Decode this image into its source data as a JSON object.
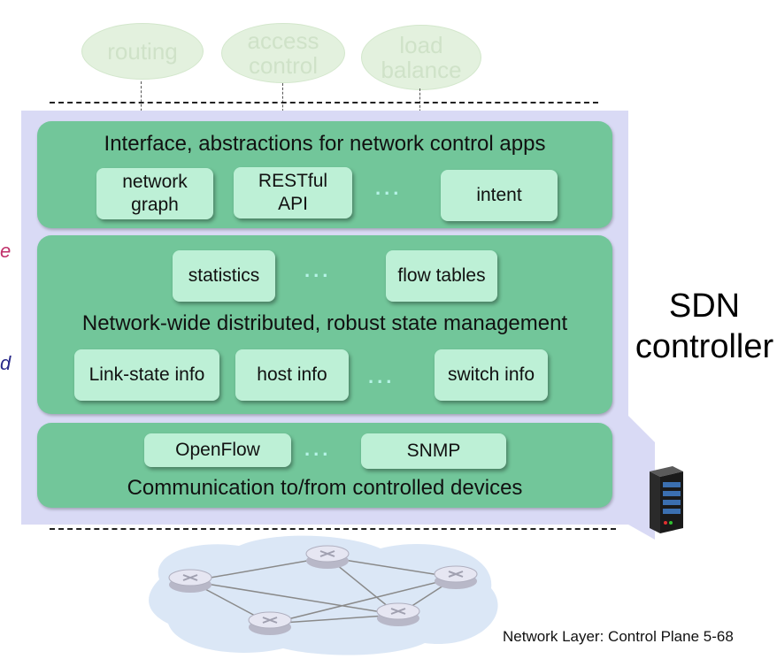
{
  "apps": [
    {
      "label": "routing"
    },
    {
      "label": "access\ncontrol"
    },
    {
      "label": "load\nbalance"
    }
  ],
  "interface_layer": {
    "title": "Interface, abstractions for network control apps",
    "items": [
      "network\ngraph",
      "RESTful\nAPI",
      "intent"
    ],
    "ellipsis": "..."
  },
  "state_layer": {
    "title": "Network-wide distributed, robust  state management",
    "top_items": [
      "statistics",
      "flow tables"
    ],
    "bottom_items": [
      "Link-state info",
      "host info",
      "switch info"
    ],
    "ellipsis": "..."
  },
  "comm_layer": {
    "title": "Communication to/from controlled devices",
    "items": [
      "OpenFlow",
      "SNMP"
    ],
    "ellipsis": "..."
  },
  "controller_label": "SDN\ncontroller",
  "left_cut_text": [
    "e",
    "d"
  ],
  "footer": "Network Layer: Control Plane  5-68",
  "colors": {
    "layer": "#72c69a",
    "box": "#bdf0d6",
    "controller_bg": "#d9daf5",
    "app_oval": "#e3f1de"
  }
}
